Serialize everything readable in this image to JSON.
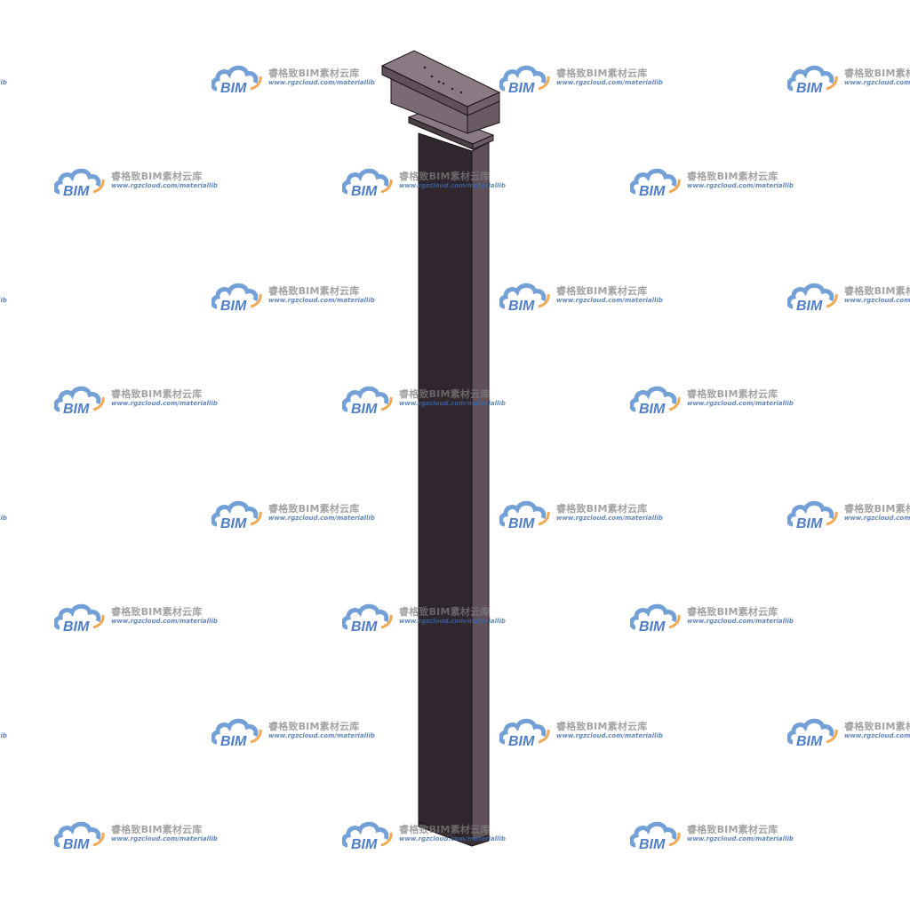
{
  "watermark": {
    "bim_text": "BIM",
    "cn_text": "睿格致BIM素材云库",
    "url_text": "www.rgzcloud.com/materiallib",
    "cloud_color": "#5b8fd0",
    "arc_color": "#f0a040",
    "bim_color": "#3f72c0"
  },
  "model": {
    "top_color": "#8b7a84",
    "front_color": "#5f5059",
    "dark_color": "#2f272d",
    "edge_color": "#1a1418"
  }
}
